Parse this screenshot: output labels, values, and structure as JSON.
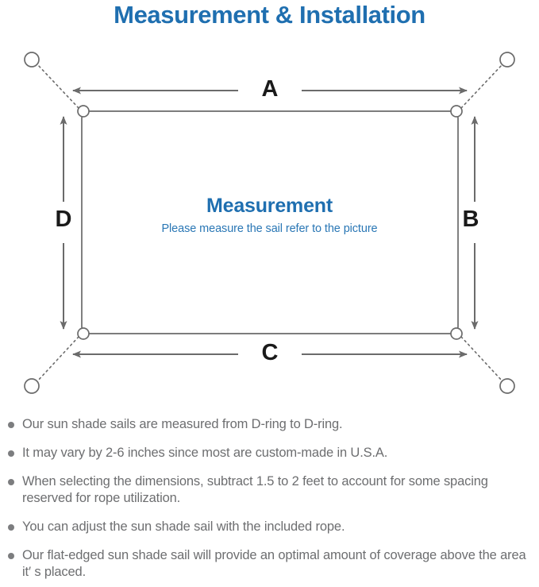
{
  "page": {
    "title": "Measurement & Installation",
    "title_color": "#1f6fb0",
    "background": "#ffffff"
  },
  "diagram": {
    "name": "sun-shade-sail-measurement-diagram",
    "center_title": "Measurement",
    "center_subtitle": "Please measure the sail refer to the picture",
    "center_title_color": "#1f6fb0",
    "center_subtitle_color": "#2a77b5",
    "line_color": "#6b6b6b",
    "sail_fill": "#ffffff",
    "dimension_labels": {
      "top": "A",
      "right": "B",
      "bottom": "C",
      "left": "D"
    },
    "elements": {
      "sail_shape": "rectangle",
      "corner_hardware": "d-ring",
      "rope": "dotted-line",
      "anchor": "anchor-ring",
      "dimension_arrows": "double-headed"
    }
  },
  "notes": [
    "Our sun shade sails are measured from D-ring to D-ring.",
    "It may vary by 2-6 inches since most are custom-made in U.S.A.",
    "When selecting the dimensions, subtract 1.5 to 2 feet to account for some spacing reserved for rope utilization.",
    "You can adjust the sun shade sail with the included rope.",
    "Our flat-edged sun shade sail will provide an optimal amount of coverage above the area it′ s placed."
  ]
}
